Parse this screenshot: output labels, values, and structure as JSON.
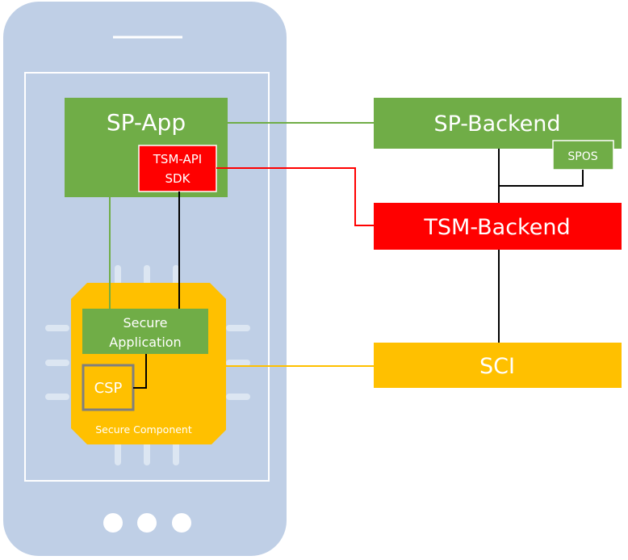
{
  "labels": {
    "sp_app": "SP-App",
    "tsm_api": "TSM-API",
    "sdk": "SDK",
    "secure": "Secure",
    "application": "Application",
    "csp": "CSP",
    "secure_component": "Secure Component",
    "sp_backend": "SP-Backend",
    "spos": "SPOS",
    "tsm_backend": "TSM-Backend",
    "sci": "SCI"
  },
  "colors": {
    "phone_body": "#bfcfe6",
    "phone_border": "#ffffff",
    "green": "#70ad47",
    "red": "#ff0000",
    "yellow": "#ffc000",
    "chip_pin": "#dce6f2",
    "csp_border": "#7f7f7f",
    "black": "#000000",
    "white": "#ffffff"
  }
}
